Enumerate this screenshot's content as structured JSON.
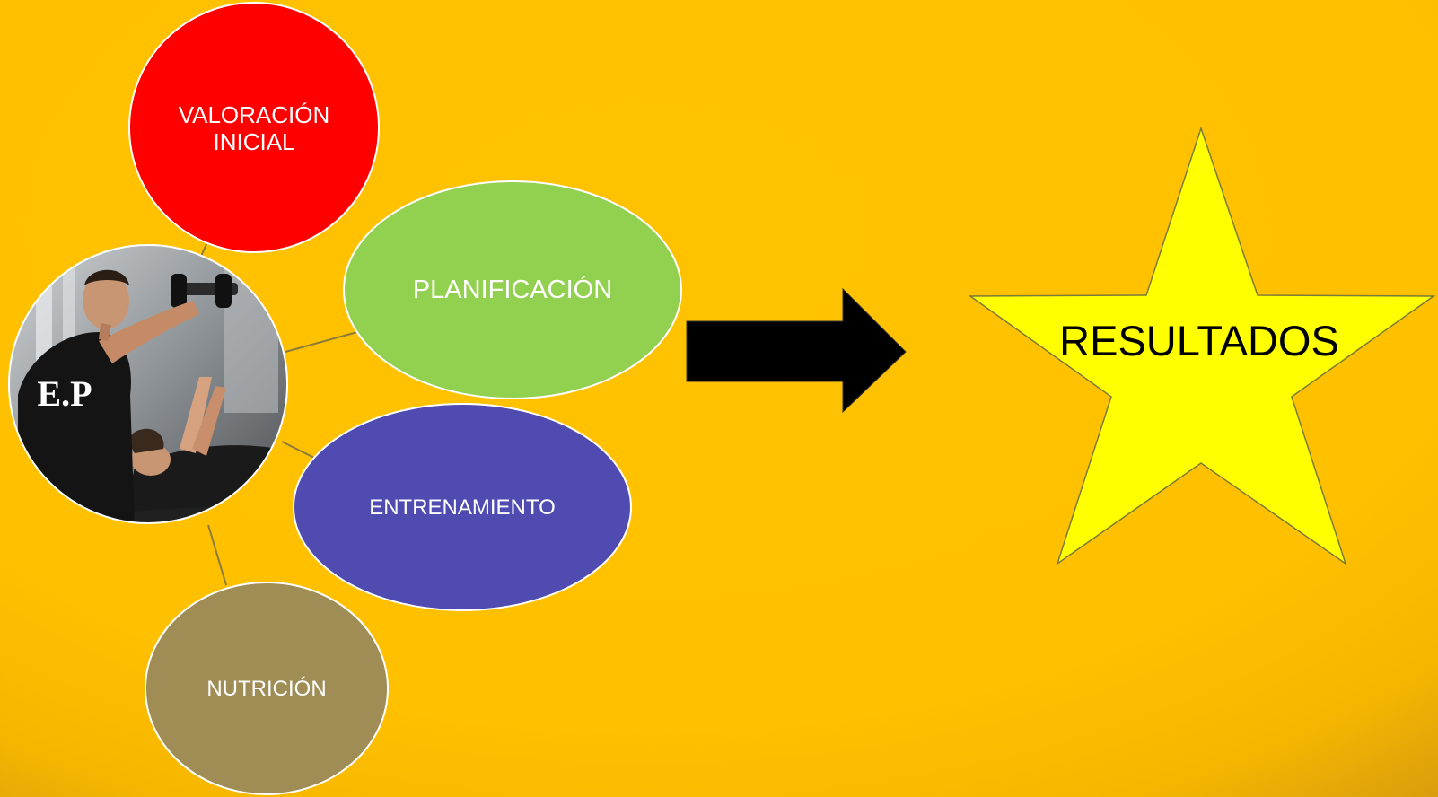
{
  "header": {
    "partial_title": "r. . . . . . . . r. . . . . . . . . . y. . . . . g. . . . . . . p. . ."
  },
  "hub": {
    "label": "E.P",
    "photo_description_icon": "trainer-photo-icon"
  },
  "nodes": [
    {
      "id": "valoracion",
      "lines": [
        "VALORACIÓN",
        "INICIAL"
      ],
      "fill": "#ff0000",
      "text_color": "#ffffff"
    },
    {
      "id": "planificacion",
      "lines": [
        "PLANIFICACIÓN"
      ],
      "fill": "#92d050",
      "text_color": "#ffffff"
    },
    {
      "id": "entrenamiento",
      "lines": [
        "ENTRENAMIENTO"
      ],
      "fill": "#4f4bb0",
      "text_color": "#ffffff"
    },
    {
      "id": "nutricion",
      "lines": [
        "NUTRICIÓN"
      ],
      "fill": "#a08c55",
      "text_color": "#ffffff"
    }
  ],
  "arrow": {
    "icon": "right-arrow-icon",
    "color": "#000000"
  },
  "result": {
    "label": "RESULTADOS",
    "icon": "star-icon",
    "fill": "#ffff00",
    "text_color": "#000000"
  },
  "colors": {
    "background": "#ffc000",
    "connector": "#8c7a3a",
    "node_border": "#ffffff"
  }
}
